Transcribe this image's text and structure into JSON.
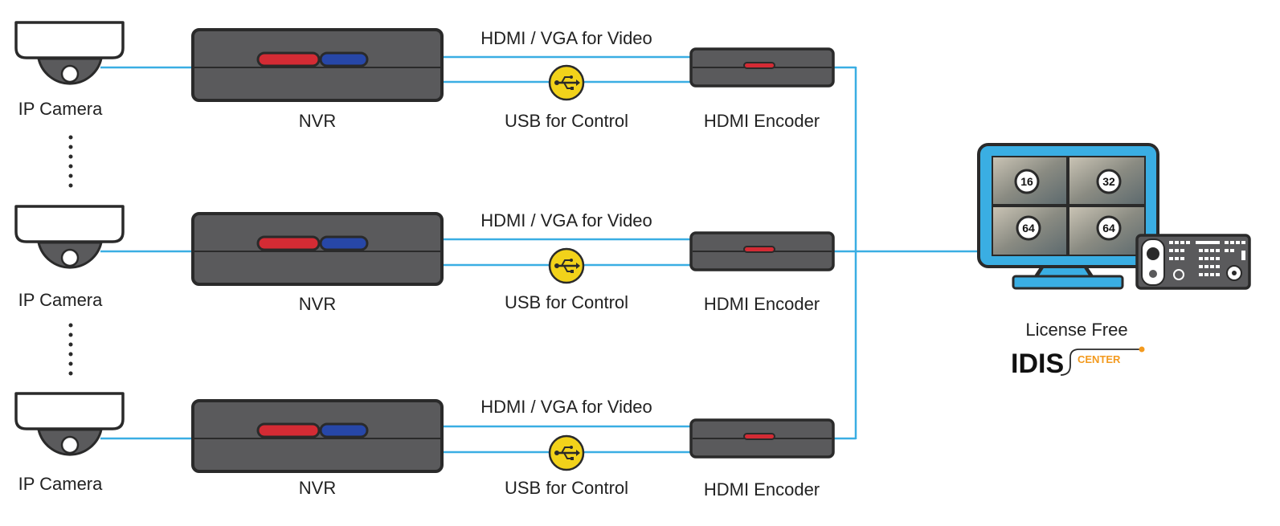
{
  "rows": [
    {
      "camera_label": "IP Camera",
      "nvr_label": "NVR",
      "video_link_label": "HDMI / VGA for Video",
      "control_link_label": "USB for Control",
      "encoder_label": "HDMI Encoder"
    },
    {
      "camera_label": "IP Camera",
      "nvr_label": "NVR",
      "video_link_label": "HDMI / VGA for Video",
      "control_link_label": "USB for Control",
      "encoder_label": "HDMI Encoder"
    },
    {
      "camera_label": "IP Camera",
      "nvr_label": "NVR",
      "video_link_label": "HDMI / VGA for Video",
      "control_link_label": "USB for Control",
      "encoder_label": "HDMI Encoder"
    }
  ],
  "monitor": {
    "tiles": [
      "16",
      "32",
      "64",
      "64"
    ]
  },
  "license_label": "License Free",
  "brand": {
    "name": "IDIS",
    "sub": "CENTER"
  },
  "colors": {
    "cable": "#3aaee3",
    "device": "#5a5a5c",
    "outline": "#2a2a2a",
    "red_port": "#d42b34",
    "blue_port": "#2747a8",
    "usb": "#f2d21a",
    "monitor": "#3aaee3",
    "accent": "#f39a1e"
  },
  "icons": {
    "camera": "dome-camera-icon",
    "usb": "usb-icon",
    "monitor": "monitor-icon",
    "keyboard": "controller-keyboard-icon"
  }
}
